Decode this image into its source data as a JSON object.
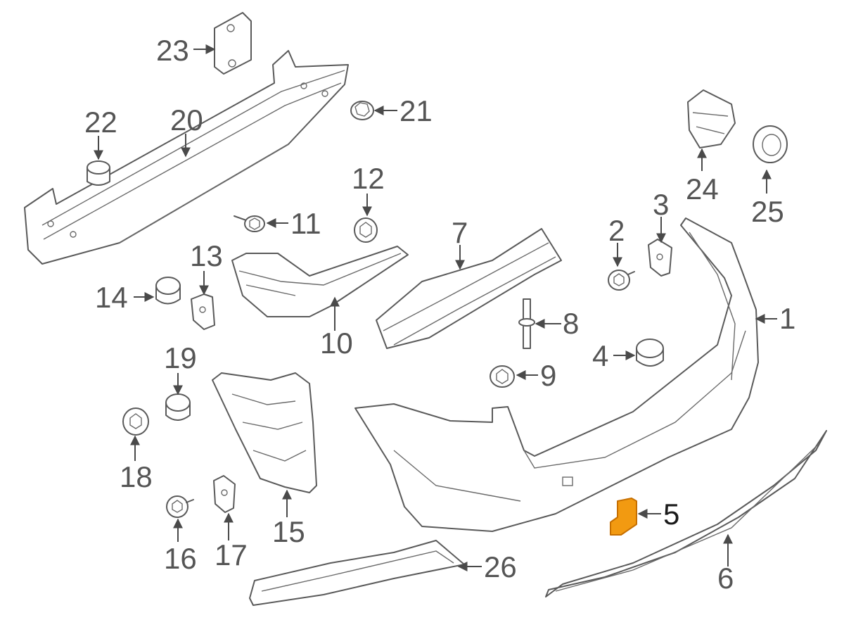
{
  "diagram": {
    "highlight_color": "#f29a11",
    "line_color": "#5a5a5a",
    "highlighted_part": "5",
    "callouts": {
      "c1": "1",
      "c2": "2",
      "c3": "3",
      "c4": "4",
      "c5": "5",
      "c6": "6",
      "c7": "7",
      "c8": "8",
      "c9": "9",
      "c10": "10",
      "c11": "11",
      "c12": "12",
      "c13": "13",
      "c14": "14",
      "c15": "15",
      "c16": "16",
      "c17": "17",
      "c18": "18",
      "c19": "19",
      "c20": "20",
      "c21": "21",
      "c22": "22",
      "c23": "23",
      "c24": "24",
      "c25": "25",
      "c26": "26"
    }
  }
}
